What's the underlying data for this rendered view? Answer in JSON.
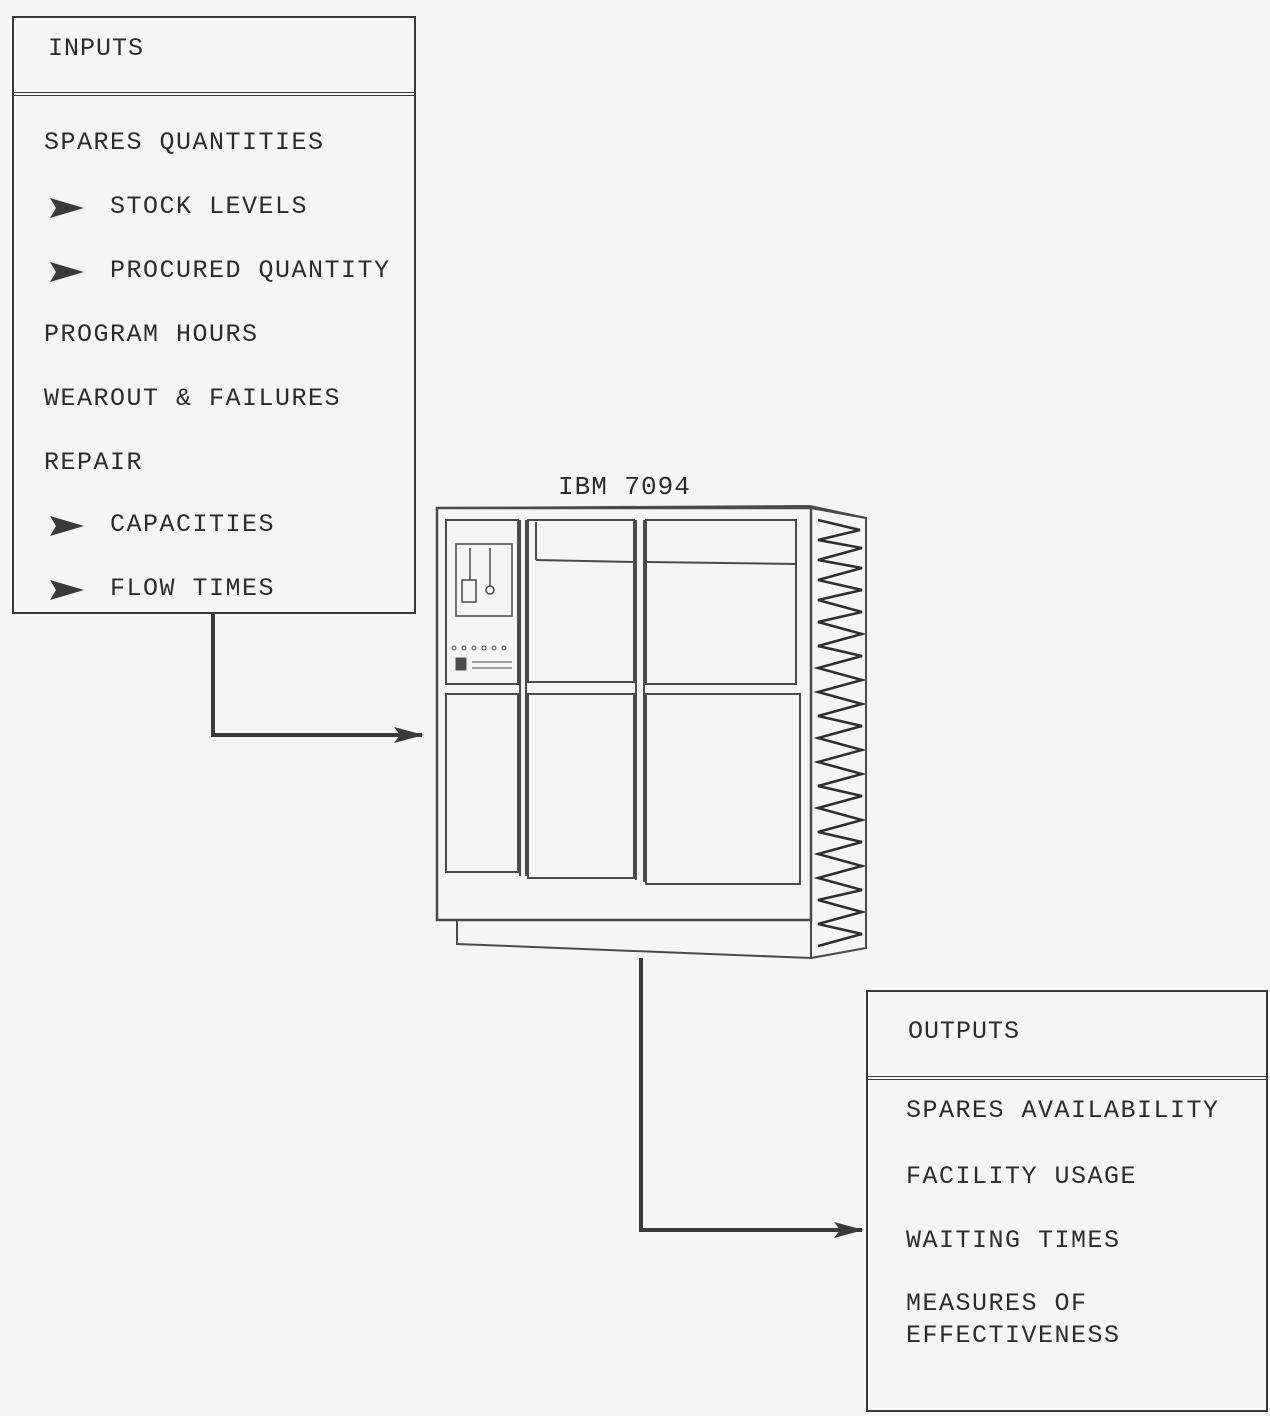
{
  "inputs": {
    "title": "INPUTS",
    "items": [
      {
        "label": "SPARES QUANTITIES",
        "bullet": false
      },
      {
        "label": "STOCK LEVELS",
        "bullet": true
      },
      {
        "label": "PROCURED QUANTITY",
        "bullet": true
      },
      {
        "label": "PROGRAM HOURS",
        "bullet": false
      },
      {
        "label": "WEAROUT & FAILURES",
        "bullet": false
      },
      {
        "label": "REPAIR",
        "bullet": false
      },
      {
        "label": "CAPACITIES",
        "bullet": true
      },
      {
        "label": "FLOW TIMES",
        "bullet": true
      }
    ]
  },
  "computer": {
    "label": "IBM 7094"
  },
  "outputs": {
    "title": "OUTPUTS",
    "items": [
      {
        "label": "SPARES AVAILABILITY"
      },
      {
        "label": "FACILITY USAGE"
      },
      {
        "label": "WAITING TIMES"
      },
      {
        "label": "MEASURES OF\nEFFECTIVENESS"
      }
    ]
  },
  "colors": {
    "ink": "#3a3a3a",
    "paper": "#f5f5f3"
  }
}
